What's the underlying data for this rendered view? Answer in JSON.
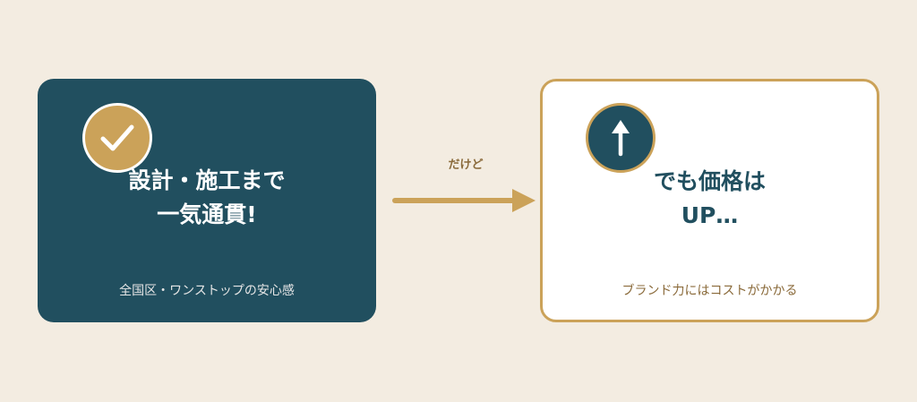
{
  "left_card": {
    "icon": "check-icon",
    "headline_line1": "設計・施工まで",
    "headline_line2": "一気通貫!",
    "caption": "全国区・ワンストップの安心感",
    "bg_color": "#214f5f",
    "badge_color": "#cba259"
  },
  "connector": {
    "label": "だけど",
    "icon": "arrow-right-icon",
    "color": "#cba259"
  },
  "right_card": {
    "icon": "arrow-up-icon",
    "headline_line1": "でも価格は",
    "headline_line2": "UP…",
    "caption": "ブランド力にはコストがかかる",
    "border_color": "#cba259",
    "badge_color": "#214f5f"
  }
}
